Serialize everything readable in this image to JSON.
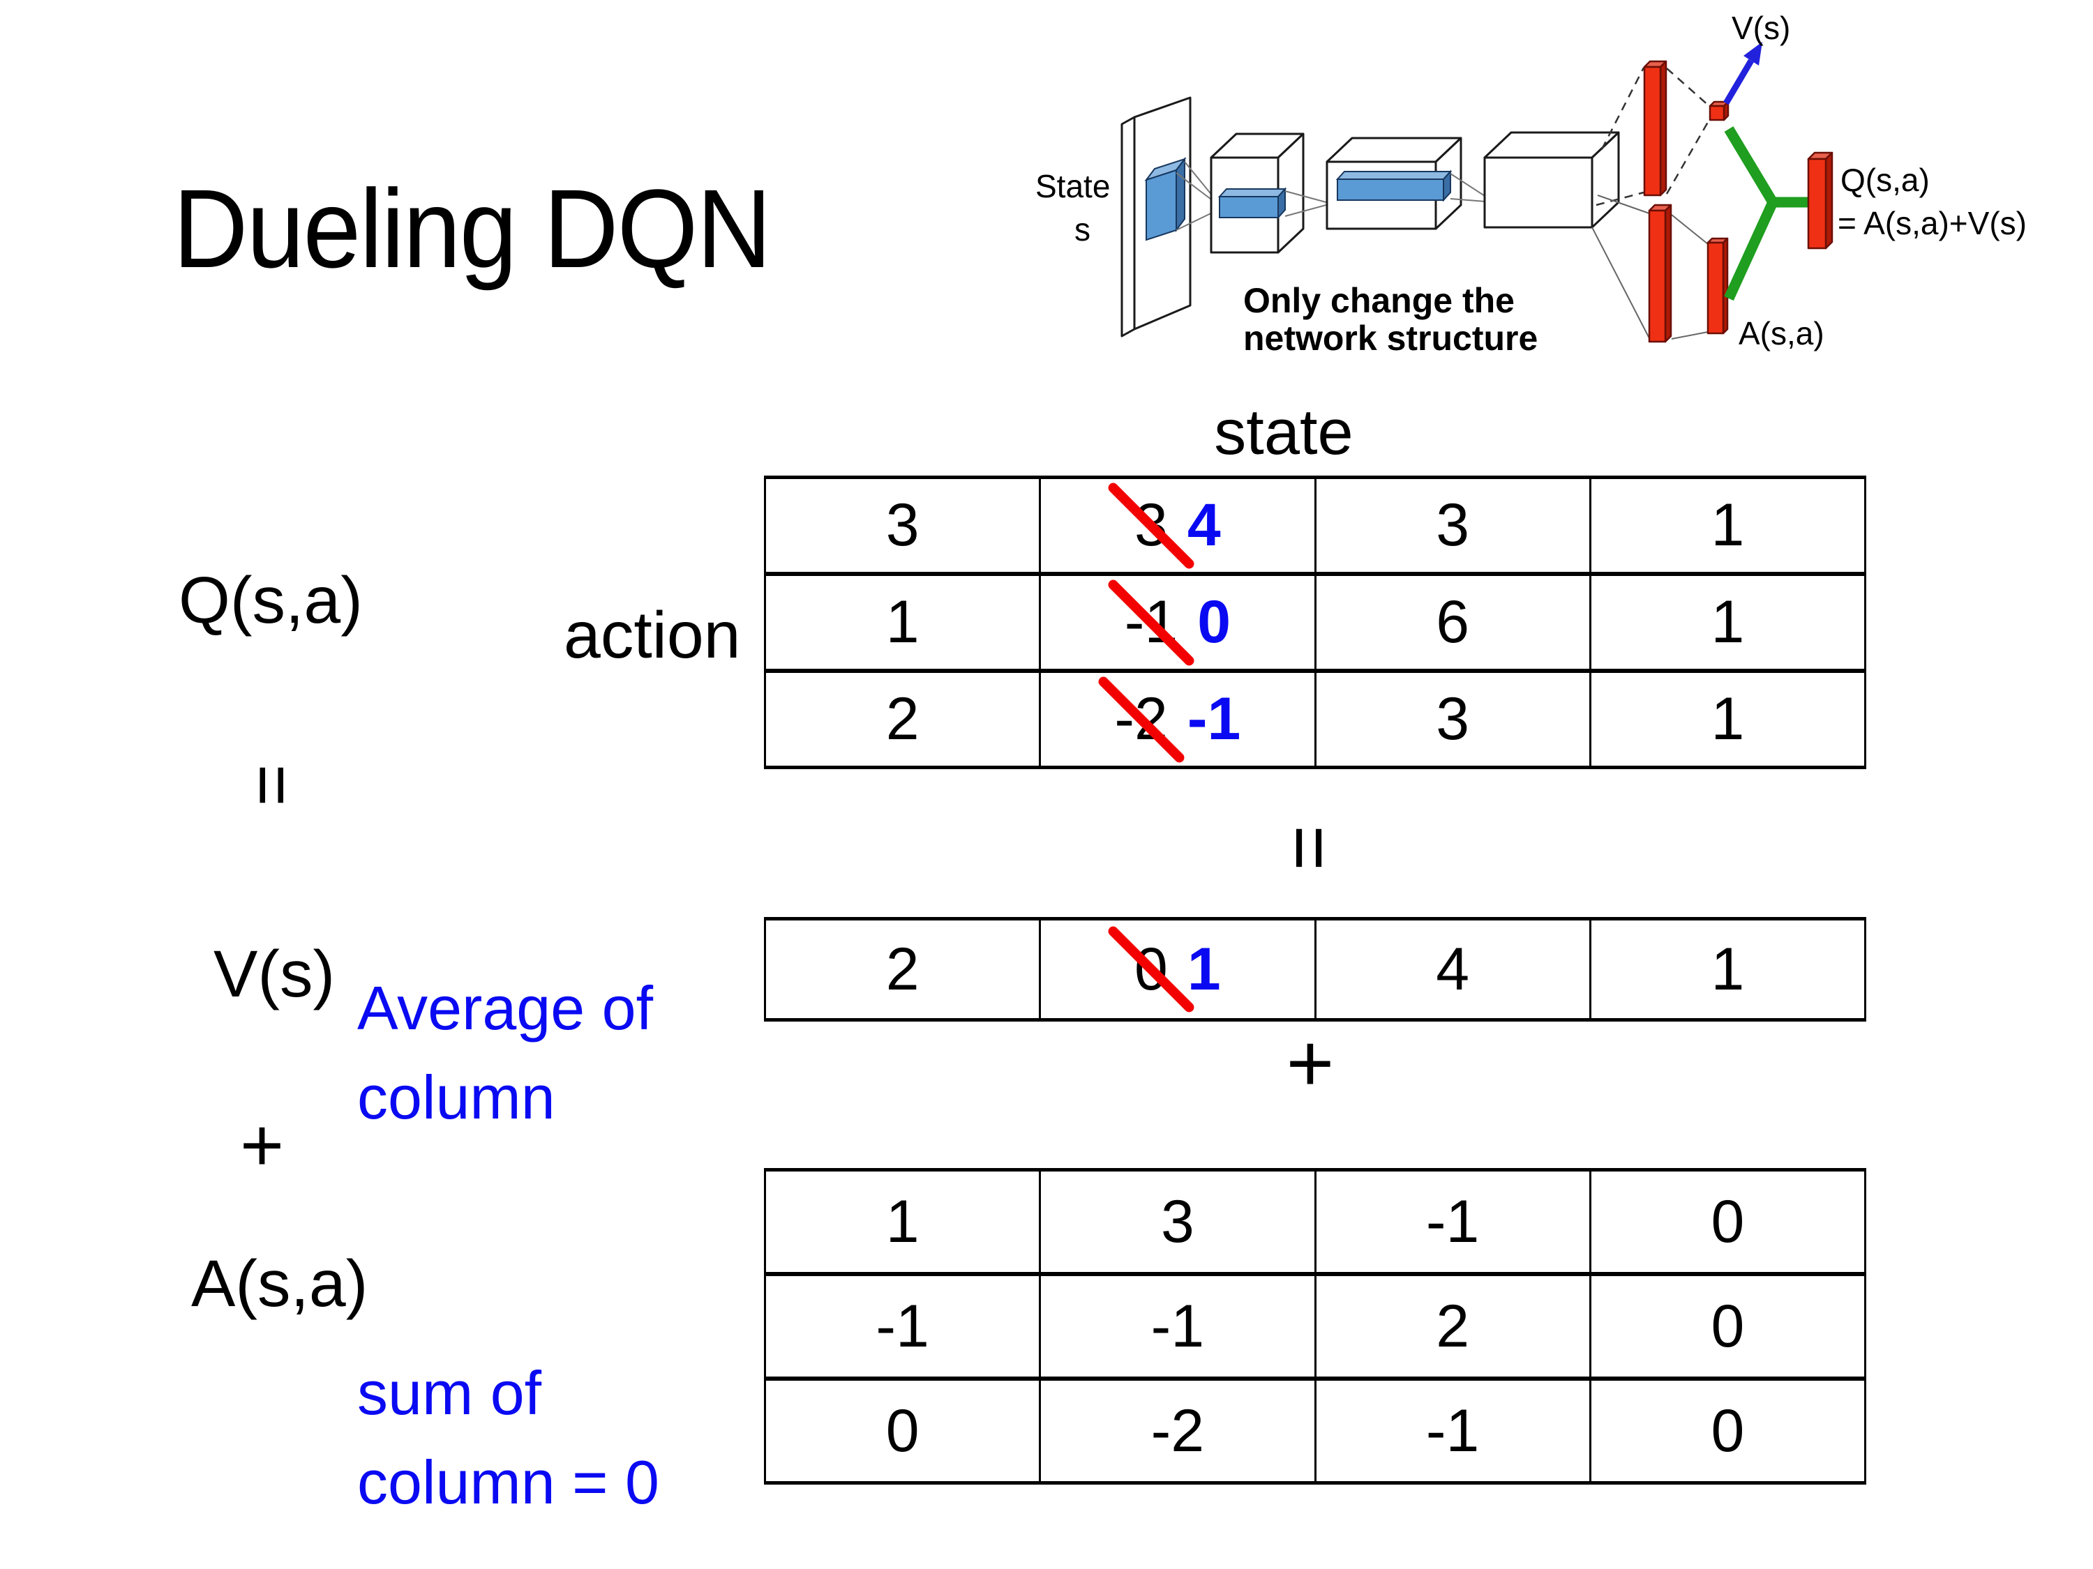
{
  "slide": {
    "title": "Dueling DQN",
    "labels": {
      "q": "Q(s,a)",
      "action": "action",
      "equals_left": "=",
      "v": "V(s)",
      "avg_note": "Average of\ncolumn",
      "plus_left": "+",
      "a": "A(s,a)",
      "sum_note": "sum of\ncolumn = 0",
      "state": "state",
      "equals_mid": "=",
      "plus_mid": "+"
    }
  },
  "tables": {
    "q": {
      "rows": [
        [
          {
            "v": "3"
          },
          {
            "v": "3",
            "new": "4",
            "struck": true
          },
          {
            "v": "3"
          },
          {
            "v": "1"
          }
        ],
        [
          {
            "v": "1"
          },
          {
            "v": "-1",
            "new": "0",
            "struck": true
          },
          {
            "v": "6"
          },
          {
            "v": "1"
          }
        ],
        [
          {
            "v": "2"
          },
          {
            "v": "-2",
            "new": "-1",
            "struck": true
          },
          {
            "v": "3"
          },
          {
            "v": "1"
          }
        ]
      ]
    },
    "v": {
      "rows": [
        [
          {
            "v": "2"
          },
          {
            "v": "0",
            "new": "1",
            "struck": true
          },
          {
            "v": "4"
          },
          {
            "v": "1"
          }
        ]
      ]
    },
    "a": {
      "rows": [
        [
          {
            "v": "1"
          },
          {
            "v": "3"
          },
          {
            "v": "-1"
          },
          {
            "v": "0"
          }
        ],
        [
          {
            "v": "-1"
          },
          {
            "v": "-1"
          },
          {
            "v": "2"
          },
          {
            "v": "0"
          }
        ],
        [
          {
            "v": "0"
          },
          {
            "v": "-2"
          },
          {
            "v": "-1"
          },
          {
            "v": "0"
          }
        ]
      ]
    }
  },
  "diagram": {
    "state_line1": "State",
    "state_line2": "s",
    "v_out": "V(s)",
    "q_out1": "Q(s,a)",
    "q_out2": "= A(s,a)+V(s)",
    "a_out": "A(s,a)",
    "note1": "Only change the",
    "note2": "network structure"
  },
  "colors": {
    "new_value_blue": "#0a0af2",
    "strike_red": "#f30000",
    "annotation_blue": "#0a0af2",
    "diagram_note_blue": "#0d0dd4",
    "green_connector": "#1f9e1f",
    "red_bar": "#f03014",
    "red_bar_side": "#ad1a07",
    "red_bar_top": "#e8604e",
    "blue_slab": "#5b9bd5",
    "blue_slab_side": "#3a6ea5",
    "blue_slab_top": "#8db9e2",
    "arrow_blue": "#2222dd"
  }
}
